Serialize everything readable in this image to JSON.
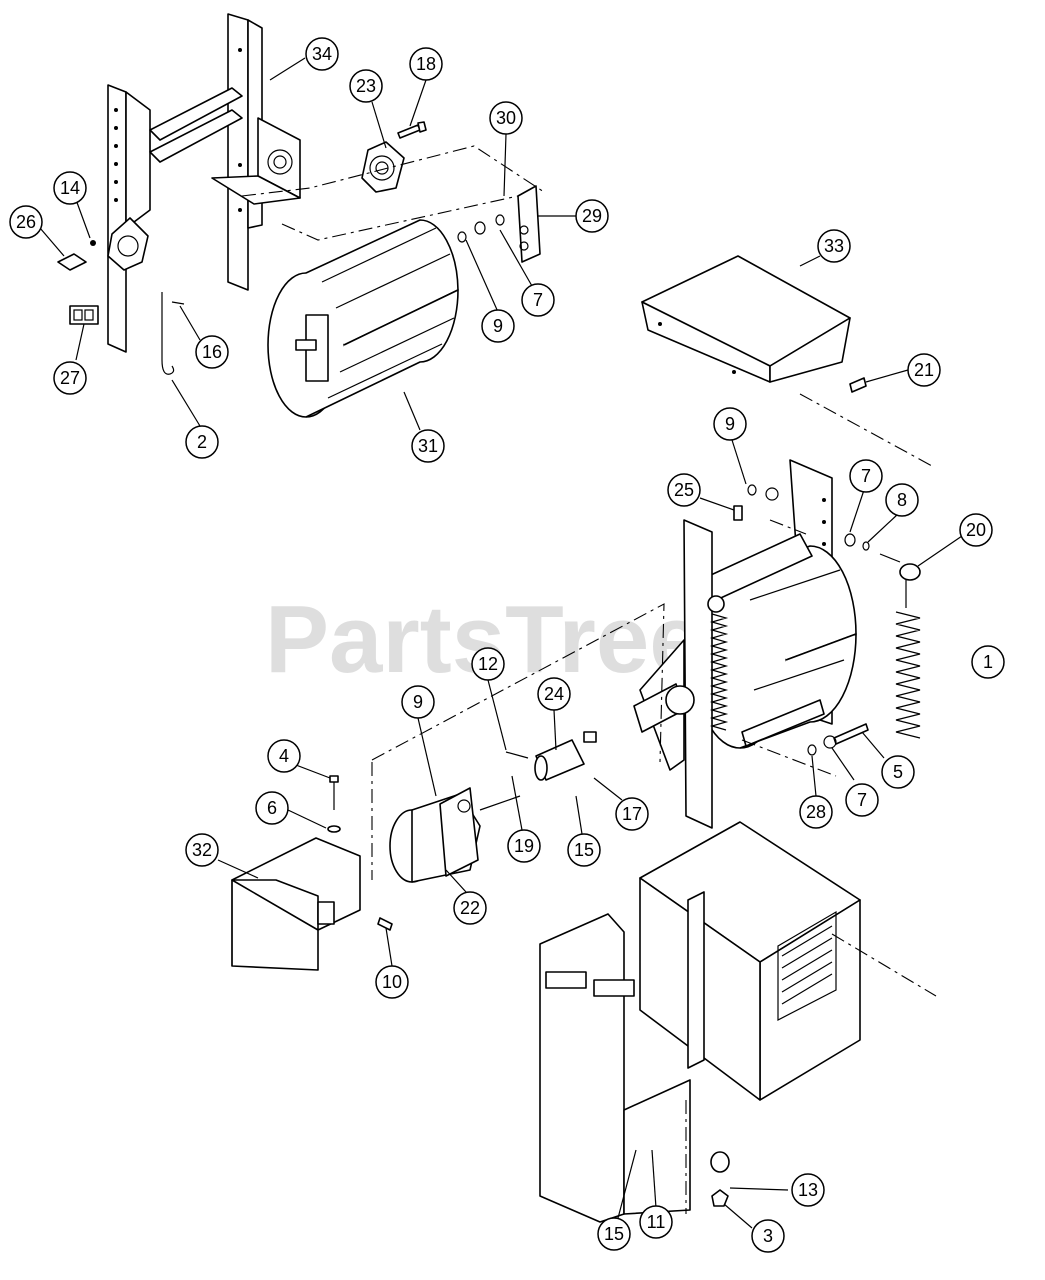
{
  "watermark": "PartsTree",
  "callouts": [
    {
      "label": "34"
    },
    {
      "label": "23"
    },
    {
      "label": "18"
    },
    {
      "label": "30"
    },
    {
      "label": "29"
    },
    {
      "label": "14"
    },
    {
      "label": "26"
    },
    {
      "label": "16"
    },
    {
      "label": "27"
    },
    {
      "label": "2"
    },
    {
      "label": "9"
    },
    {
      "label": "7"
    },
    {
      "label": "31"
    },
    {
      "label": "33"
    },
    {
      "label": "21"
    },
    {
      "label": "9"
    },
    {
      "label": "25"
    },
    {
      "label": "7"
    },
    {
      "label": "8"
    },
    {
      "label": "20"
    },
    {
      "label": "1"
    },
    {
      "label": "12"
    },
    {
      "label": "24"
    },
    {
      "label": "9"
    },
    {
      "label": "4"
    },
    {
      "label": "6"
    },
    {
      "label": "32"
    },
    {
      "label": "19"
    },
    {
      "label": "15"
    },
    {
      "label": "17"
    },
    {
      "label": "22"
    },
    {
      "label": "10"
    },
    {
      "label": "5"
    },
    {
      "label": "28"
    },
    {
      "label": "7"
    },
    {
      "label": "13"
    },
    {
      "label": "3"
    },
    {
      "label": "11"
    },
    {
      "label": "15"
    }
  ]
}
